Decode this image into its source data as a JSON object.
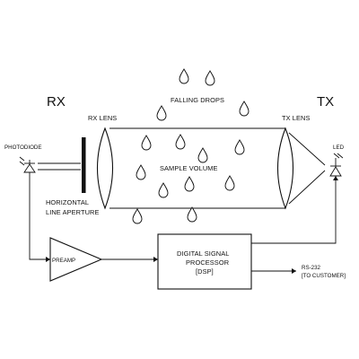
{
  "labels": {
    "rx": "RX",
    "tx": "TX",
    "falling_drops": "FALLING DROPS",
    "rx_lens": "RX LENS",
    "tx_lens": "TX LENS",
    "photodiode": "PHOTODIODE",
    "led": "LED",
    "sample_volume": "SAMPLE VOLUME",
    "aperture_line1": "HORIZONTAL",
    "aperture_line2": "LINE APERTURE",
    "preamp": "PREAMP",
    "dsp_line1": "DIGITAL SIGNAL",
    "dsp_line2": "PROCESSOR",
    "dsp_line3": "[DSP]",
    "output_line1": "RS-232",
    "output_line2": "[TO CUSTOMER]"
  },
  "icons": {
    "drop": "raindrop-icon",
    "photodiode": "photodiode-symbol",
    "led": "led-symbol"
  }
}
